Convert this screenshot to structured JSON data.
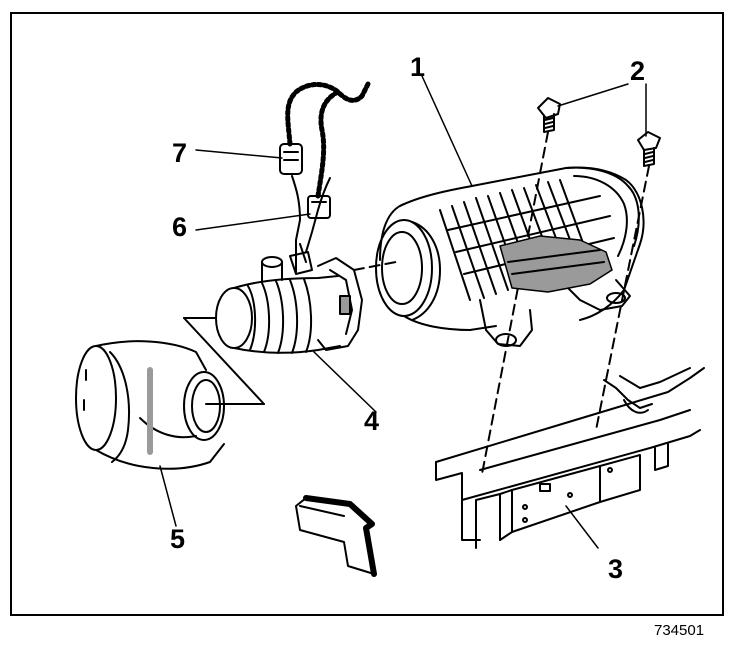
{
  "figure": {
    "id": "734501",
    "callouts": {
      "c1": "1",
      "c2": "2",
      "c3": "3",
      "c4": "4",
      "c5": "5",
      "c6": "6",
      "c7": "7"
    }
  },
  "colors": {
    "ink": "#000000",
    "paper": "#ffffff",
    "shade": "#9a9a9a"
  }
}
